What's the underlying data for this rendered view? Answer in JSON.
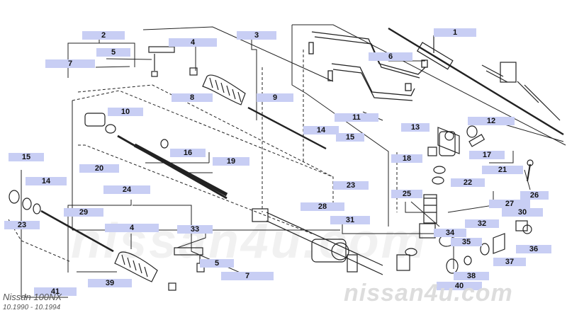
{
  "footer": {
    "model": "Nissan 100NX",
    "years": "10.1990 - 10.1994"
  },
  "watermark": {
    "large": "nissan4u.com",
    "faint": "nissan4u.com"
  },
  "callouts": [
    "1",
    "2",
    "3",
    "4",
    "5",
    "6",
    "7",
    "8",
    "9",
    "10",
    "11",
    "12",
    "13",
    "14",
    "15",
    "16",
    "17",
    "18",
    "19",
    "20",
    "21",
    "22",
    "23",
    "24",
    "25",
    "26",
    "27",
    "28",
    "29",
    "30",
    "31",
    "32",
    "33",
    "34",
    "35",
    "36",
    "37",
    "38",
    "39",
    "40",
    "41"
  ],
  "colors": {
    "label_bg": "#c8cef4",
    "line": "#222222"
  }
}
